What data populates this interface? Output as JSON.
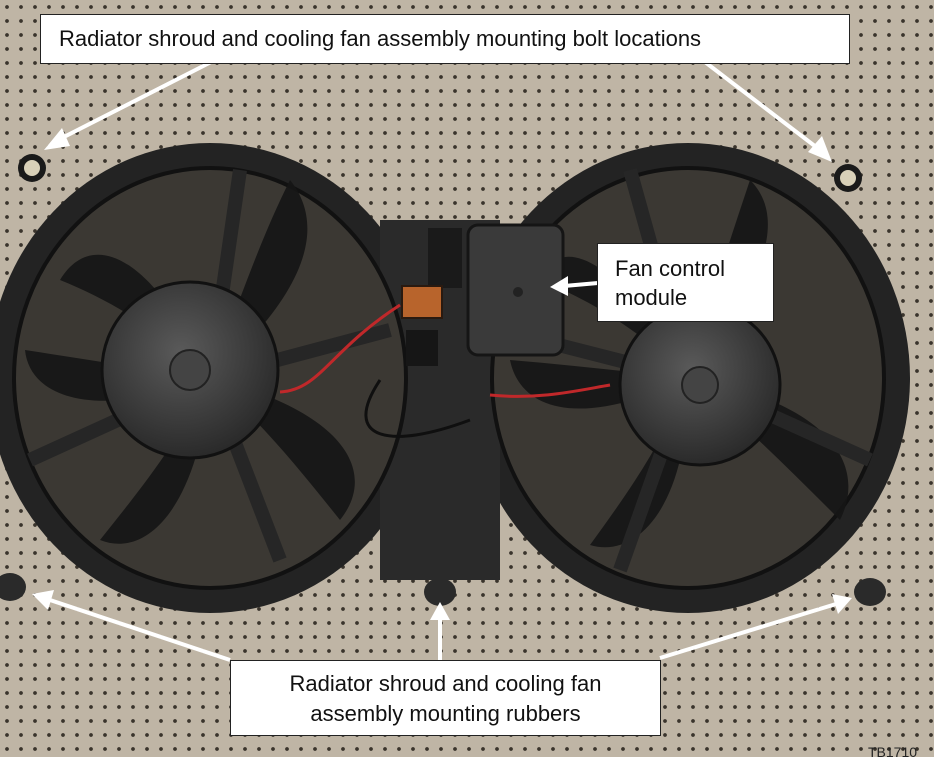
{
  "callouts": {
    "bolts": "Radiator shroud and cooling fan assembly mounting bolt locations",
    "module_line1": "Fan control",
    "module_line2": "module",
    "rubbers_line1": "Radiator shroud and cooling fan",
    "rubbers_line2": "assembly mounting rubbers"
  },
  "figure_code": "TB1710",
  "colors": {
    "background": "#bfb5a5",
    "shroud": "#1e1e1e",
    "callout_box": "#ffffff",
    "arrow": "#ffffff",
    "wire_red": "#c0282a",
    "connector_orange": "#b8642c"
  }
}
